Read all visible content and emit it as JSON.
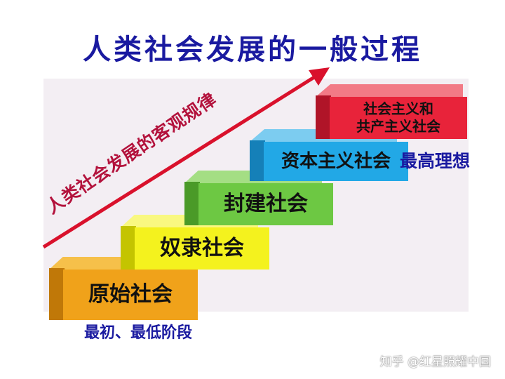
{
  "title": "人类社会发展的一般过程",
  "arrow_label": "人类社会发展的客观规律",
  "steps": [
    {
      "label": "原始社会",
      "color": "#f0a21a",
      "top_color": "#f6c04a",
      "side_color": "#c07808"
    },
    {
      "label": "奴隶社会",
      "color": "#f4f21e",
      "top_color": "#f9f880",
      "side_color": "#c4c400"
    },
    {
      "label": "封建社会",
      "color": "#6dc843",
      "top_color": "#a4de84",
      "side_color": "#4a9a28"
    },
    {
      "label": "资本主义社会",
      "color": "#22a8e6",
      "top_color": "#7cccf0",
      "side_color": "#1580b8"
    },
    {
      "label_line1": "社会主义和",
      "label_line2": "共产主义社会",
      "color": "#e8233a",
      "top_color": "#f27a86",
      "side_color": "#b01428"
    }
  ],
  "note_top": "最高理想",
  "note_bottom": "最初、最低阶段",
  "watermark": "知乎 @红星照耀中国",
  "arrow_color": "#d9112c"
}
